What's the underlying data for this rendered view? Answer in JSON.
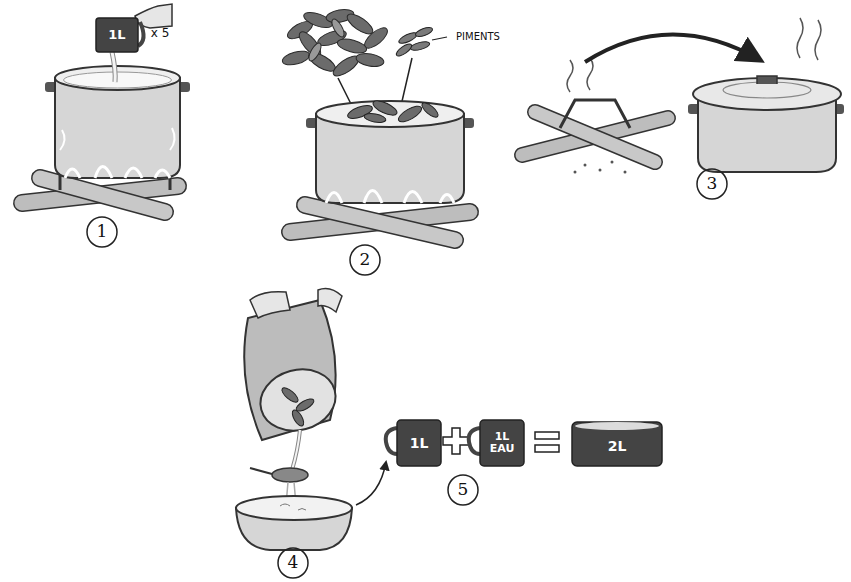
{
  "diagram": {
    "labels": [
      "1L",
      "x 5",
      "PIMENTS",
      "1",
      "2",
      "3",
      "1L",
      "1L EAU",
      "2L",
      "5",
      "4"
    ]
  }
}
